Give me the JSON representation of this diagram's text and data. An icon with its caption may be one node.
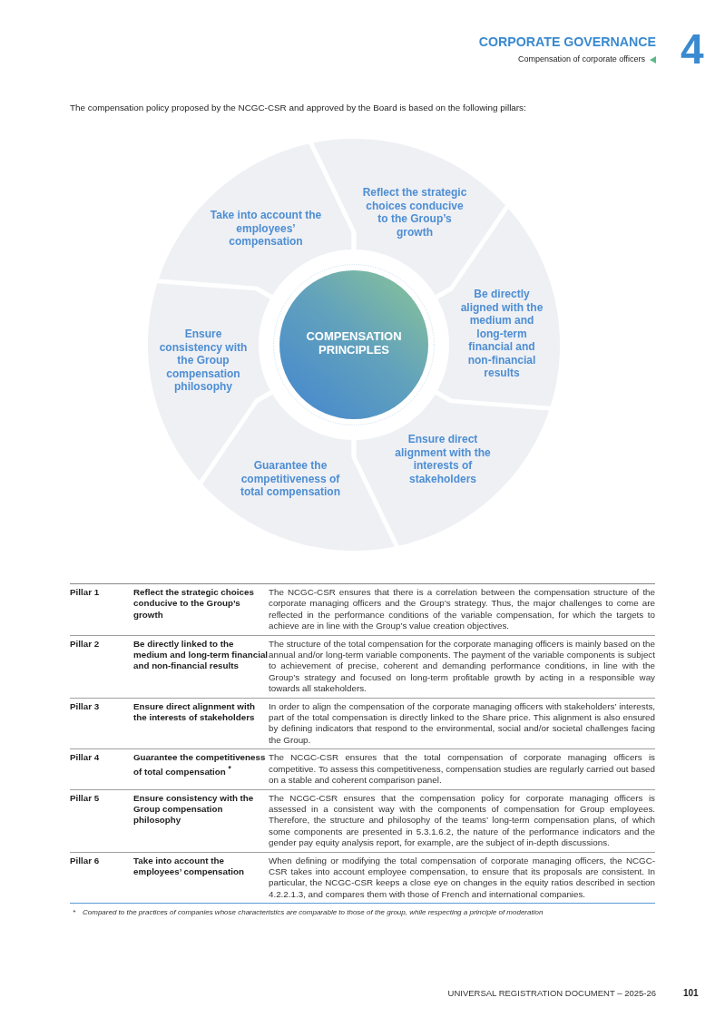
{
  "diagram": {
    "nodes": [
      {
        "text": [
          "COMPENSATION PRINCIPLES"
        ]
      },
      {
        "text": [
          "Reflect the strategic choices conducive to the Group’s growth"
        ]
      },
      {
        "text": [
          "Be directly aligned with the medium and long-term financial and non-financial results"
        ]
      },
      {
        "text": [
          "Ensure direct alignment with the interests of stakeholders"
        ]
      },
      {
        "text": [
          "Guarantee the competitiveness of total compensation"
        ]
      },
      {
        "text": [
          "Ensure consistency with the Group compensation philosophy"
        ]
      },
      {
        "text": [
          "Take into account the employees’ compensation"
        ]
      }
    ],
    "labels": [
      "CORPORATE GOVERNANCE",
      "Compensation of corporate officers",
      "4",
      "The compensation policy proposed by the NCGC-CSR and approved by the Board is based on the following pillars:",
      "Pillar 1",
      "Reflect the strategic choices conducive to the Group’s growth",
      "The NCGC-CSR ensures that there is a correlation between the compensation structure of the corporate managing officers and the Group’s strategy. Thus, the major challenges to come are reflected in the performance conditions of the variable compensation, for which the targets to achieve are in line with the Group’s value creation objectives.",
      "Pillar 2",
      "Be directly linked to the medium and long-term financial and non-financial results",
      "The structure of the total compensation for the corporate managing officers is mainly based on the annual and/or long-term variable components. The payment of the variable components is subject to achievement of precise, coherent and demanding performance conditions, in line with the Group’s strategy and focused on long-term profitable growth by acting in a responsible way towards all stakeholders.",
      "Pillar 3",
      "Ensure direct alignment with the interests of stakeholders",
      "In order to align the compensation of the corporate managing officers with stakeholders’ interests, part of the total compensation is directly linked to the Share price. This alignment is also ensured by defining indicators that respond to the environmental, social and/or societal challenges facing the Group.",
      "Pillar 4",
      "Guarantee the competitiveness of total compensation $^{*}$",
      "The NCGC-CSR ensures that the total compensation of corporate managing officers is competitive. To assess this competitiveness, compensation studies are regularly carried out based on a stable and coherent comparison panel.",
      "Pillar 5",
      "Ensure consistency with the Group compensation philosophy",
      "The NCGC-CSR ensures that the compensation policy for corporate managing officers is assessed in a consistent way with the components of compensation for Group employees. Therefore, the structure and philosophy of the teams’ long-term compensation plans, of which some components are presented in 5.3.1.6.2, the nature of the performance indicators and the gender pay equity analysis report, for example, are the subject of in-depth discussions.",
      "Pillar 6",
      "Take into account the employees’ compensation",
      "When defining or modifying the total compensation of corporate managing officers, the NCGC-CSR takes into account employee compensation, to ensure that its proposals are consistent. In particular, the NCGC-CSR keeps a close eye on changes in the equity ratios described in section 4.2.2.1.3, and compares them with those of French and international companies.",
      "*",
      "Compared to the practices of companies whose characteristics are comparable to those of the group, while respecting a principle of moderation",
      "UNIVERSAL REGISTRATION DOCUMENT – 2025-26",
      "101"
    ]
  }
}
